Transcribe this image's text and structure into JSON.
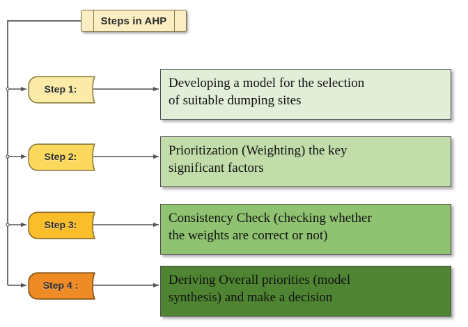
{
  "diagram": {
    "title": "Steps in AHP",
    "type": "flowchart",
    "steps": [
      {
        "label": "Step 1:",
        "chip_color": "#fbeaa8",
        "box_color": "#e2eed8",
        "lines": [
          "Developing a model for the selection",
          "of suitable dumping sites"
        ]
      },
      {
        "label": "Step 2:",
        "chip_color": "#fcd95c",
        "box_color": "#c2ddaa",
        "lines": [
          "Prioritization (Weighting) the key",
          "significant factors"
        ]
      },
      {
        "label": "Step 3:",
        "chip_color": "#fbbe2b",
        "box_color": "#8fc271",
        "lines": [
          "Consistency Check (checking whether",
          "the weights are correct or not)"
        ]
      },
      {
        "label": "Step 4 :",
        "chip_color": "#ef8b25",
        "box_color": "#4e8432",
        "lines": [
          "Deriving Overall priorities (model",
          "synthesis) and make a decision"
        ]
      }
    ],
    "colors": {
      "title_fill": "#faeec2",
      "title_stroke": "#7a6a45",
      "connector": "#555555",
      "box_stroke": "#4b4b4b"
    }
  }
}
